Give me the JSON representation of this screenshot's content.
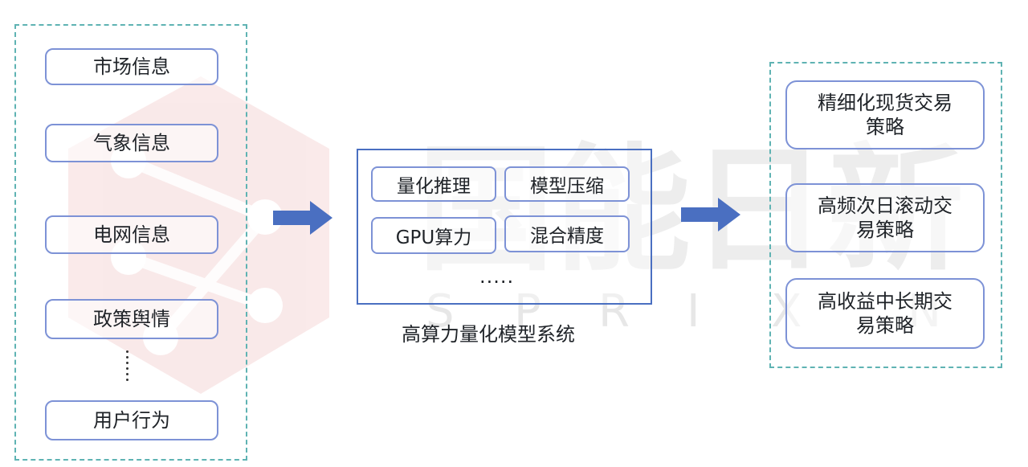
{
  "watermark": {
    "chinese": "国能日新",
    "latin": [
      "S",
      "P",
      "R",
      "I",
      "X",
      "N"
    ]
  },
  "inputs": {
    "items": [
      "市场信息",
      "气象信息",
      "电网信息",
      "政策舆情"
    ],
    "last_item": "用户行为"
  },
  "system": {
    "items": [
      "量化推理",
      "模型压缩",
      "GPU算力",
      "混合精度"
    ],
    "ellipsis": ".....",
    "caption": "高算力量化模型系统"
  },
  "outputs": {
    "items": [
      [
        "精细化现货交易",
        "策略"
      ],
      [
        "高频次日滚动交",
        "易策略"
      ],
      [
        "高收益中长期交",
        "易策略"
      ]
    ]
  },
  "colors": {
    "dashed_border": "#5fb3b3",
    "node_border": "#7d92d6",
    "arrow": "#4a6fc1",
    "watermark": "#e8a0a0"
  },
  "icons": {
    "arrow_1": "right-arrow-icon",
    "arrow_2": "right-arrow-icon"
  }
}
